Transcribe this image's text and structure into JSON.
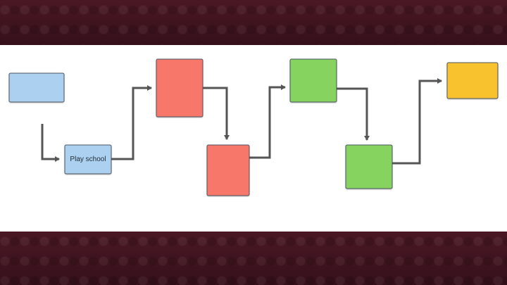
{
  "slide": {
    "colors": {
      "band": "#3f141f",
      "canvas": "#ffffff",
      "blue": "#acd0ef",
      "red": "#f7786a",
      "green": "#86d35e",
      "yellow": "#f8c22f",
      "connector": "#555555"
    }
  },
  "diagram": {
    "nodes": [
      {
        "id": "start",
        "label": "",
        "color": "blue"
      },
      {
        "id": "play-school",
        "label": "Play school",
        "color": "blue"
      },
      {
        "id": "step-3",
        "label": "",
        "color": "red"
      },
      {
        "id": "step-4",
        "label": "",
        "color": "red"
      },
      {
        "id": "step-5",
        "label": "",
        "color": "green"
      },
      {
        "id": "step-6",
        "label": "",
        "color": "green"
      },
      {
        "id": "goal",
        "label": "",
        "color": "yellow"
      }
    ]
  }
}
